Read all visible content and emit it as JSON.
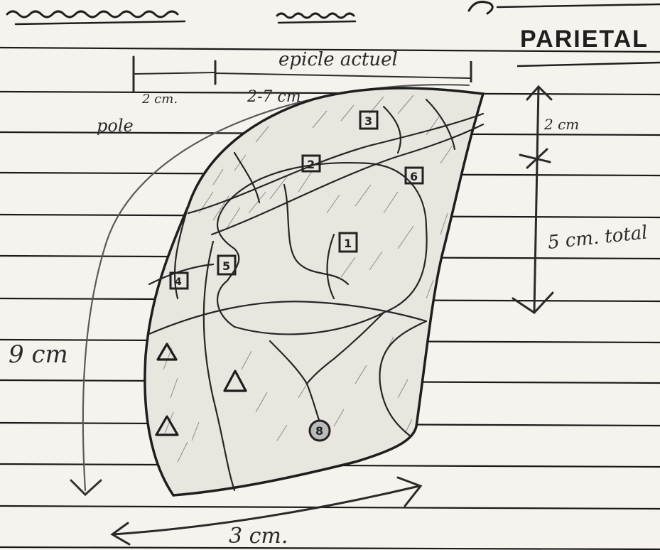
{
  "header": {
    "title_text": "PARIETAL"
  },
  "labels": {
    "pole": "pole",
    "epicle_actual": "epicle actuel",
    "dim_2cm_top": "2 cm.",
    "dim_27cm": "2-7 cm",
    "dim_2cm_right": "2 cm",
    "dim_5cm": "5 cm. total",
    "dim_9cm": "9 cm",
    "dim_3cm": "3 cm."
  },
  "markers": {
    "square": [
      "3",
      "2",
      "6",
      "1",
      "5",
      "4"
    ],
    "circle": [
      "8"
    ]
  },
  "colors": {
    "paper": "#f6f3ee",
    "rule_line": "#1a1a1a",
    "pencil": "#2a2a2a",
    "shading": "#6d6d6d"
  }
}
